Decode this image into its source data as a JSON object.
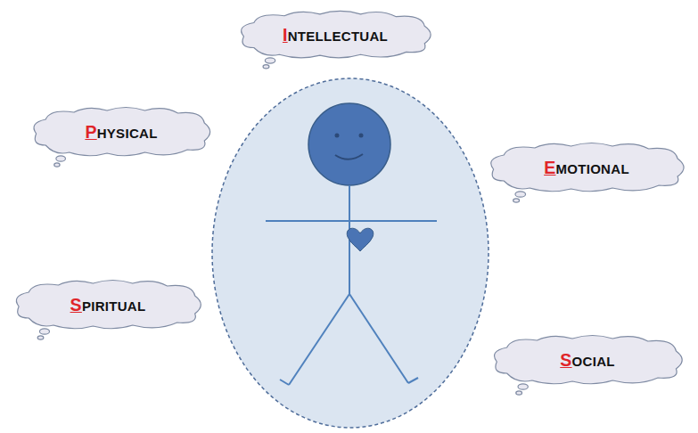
{
  "diagram": {
    "nodes": [
      {
        "text": [
          "INTELLECTUAL"
        ]
      },
      {
        "text": [
          "PHYSICAL"
        ]
      },
      {
        "text": [
          "EMOTIONAL"
        ]
      },
      {
        "text": [
          "SPIRITUAL"
        ]
      },
      {
        "text": [
          "SOCIAL"
        ]
      }
    ]
  }
}
